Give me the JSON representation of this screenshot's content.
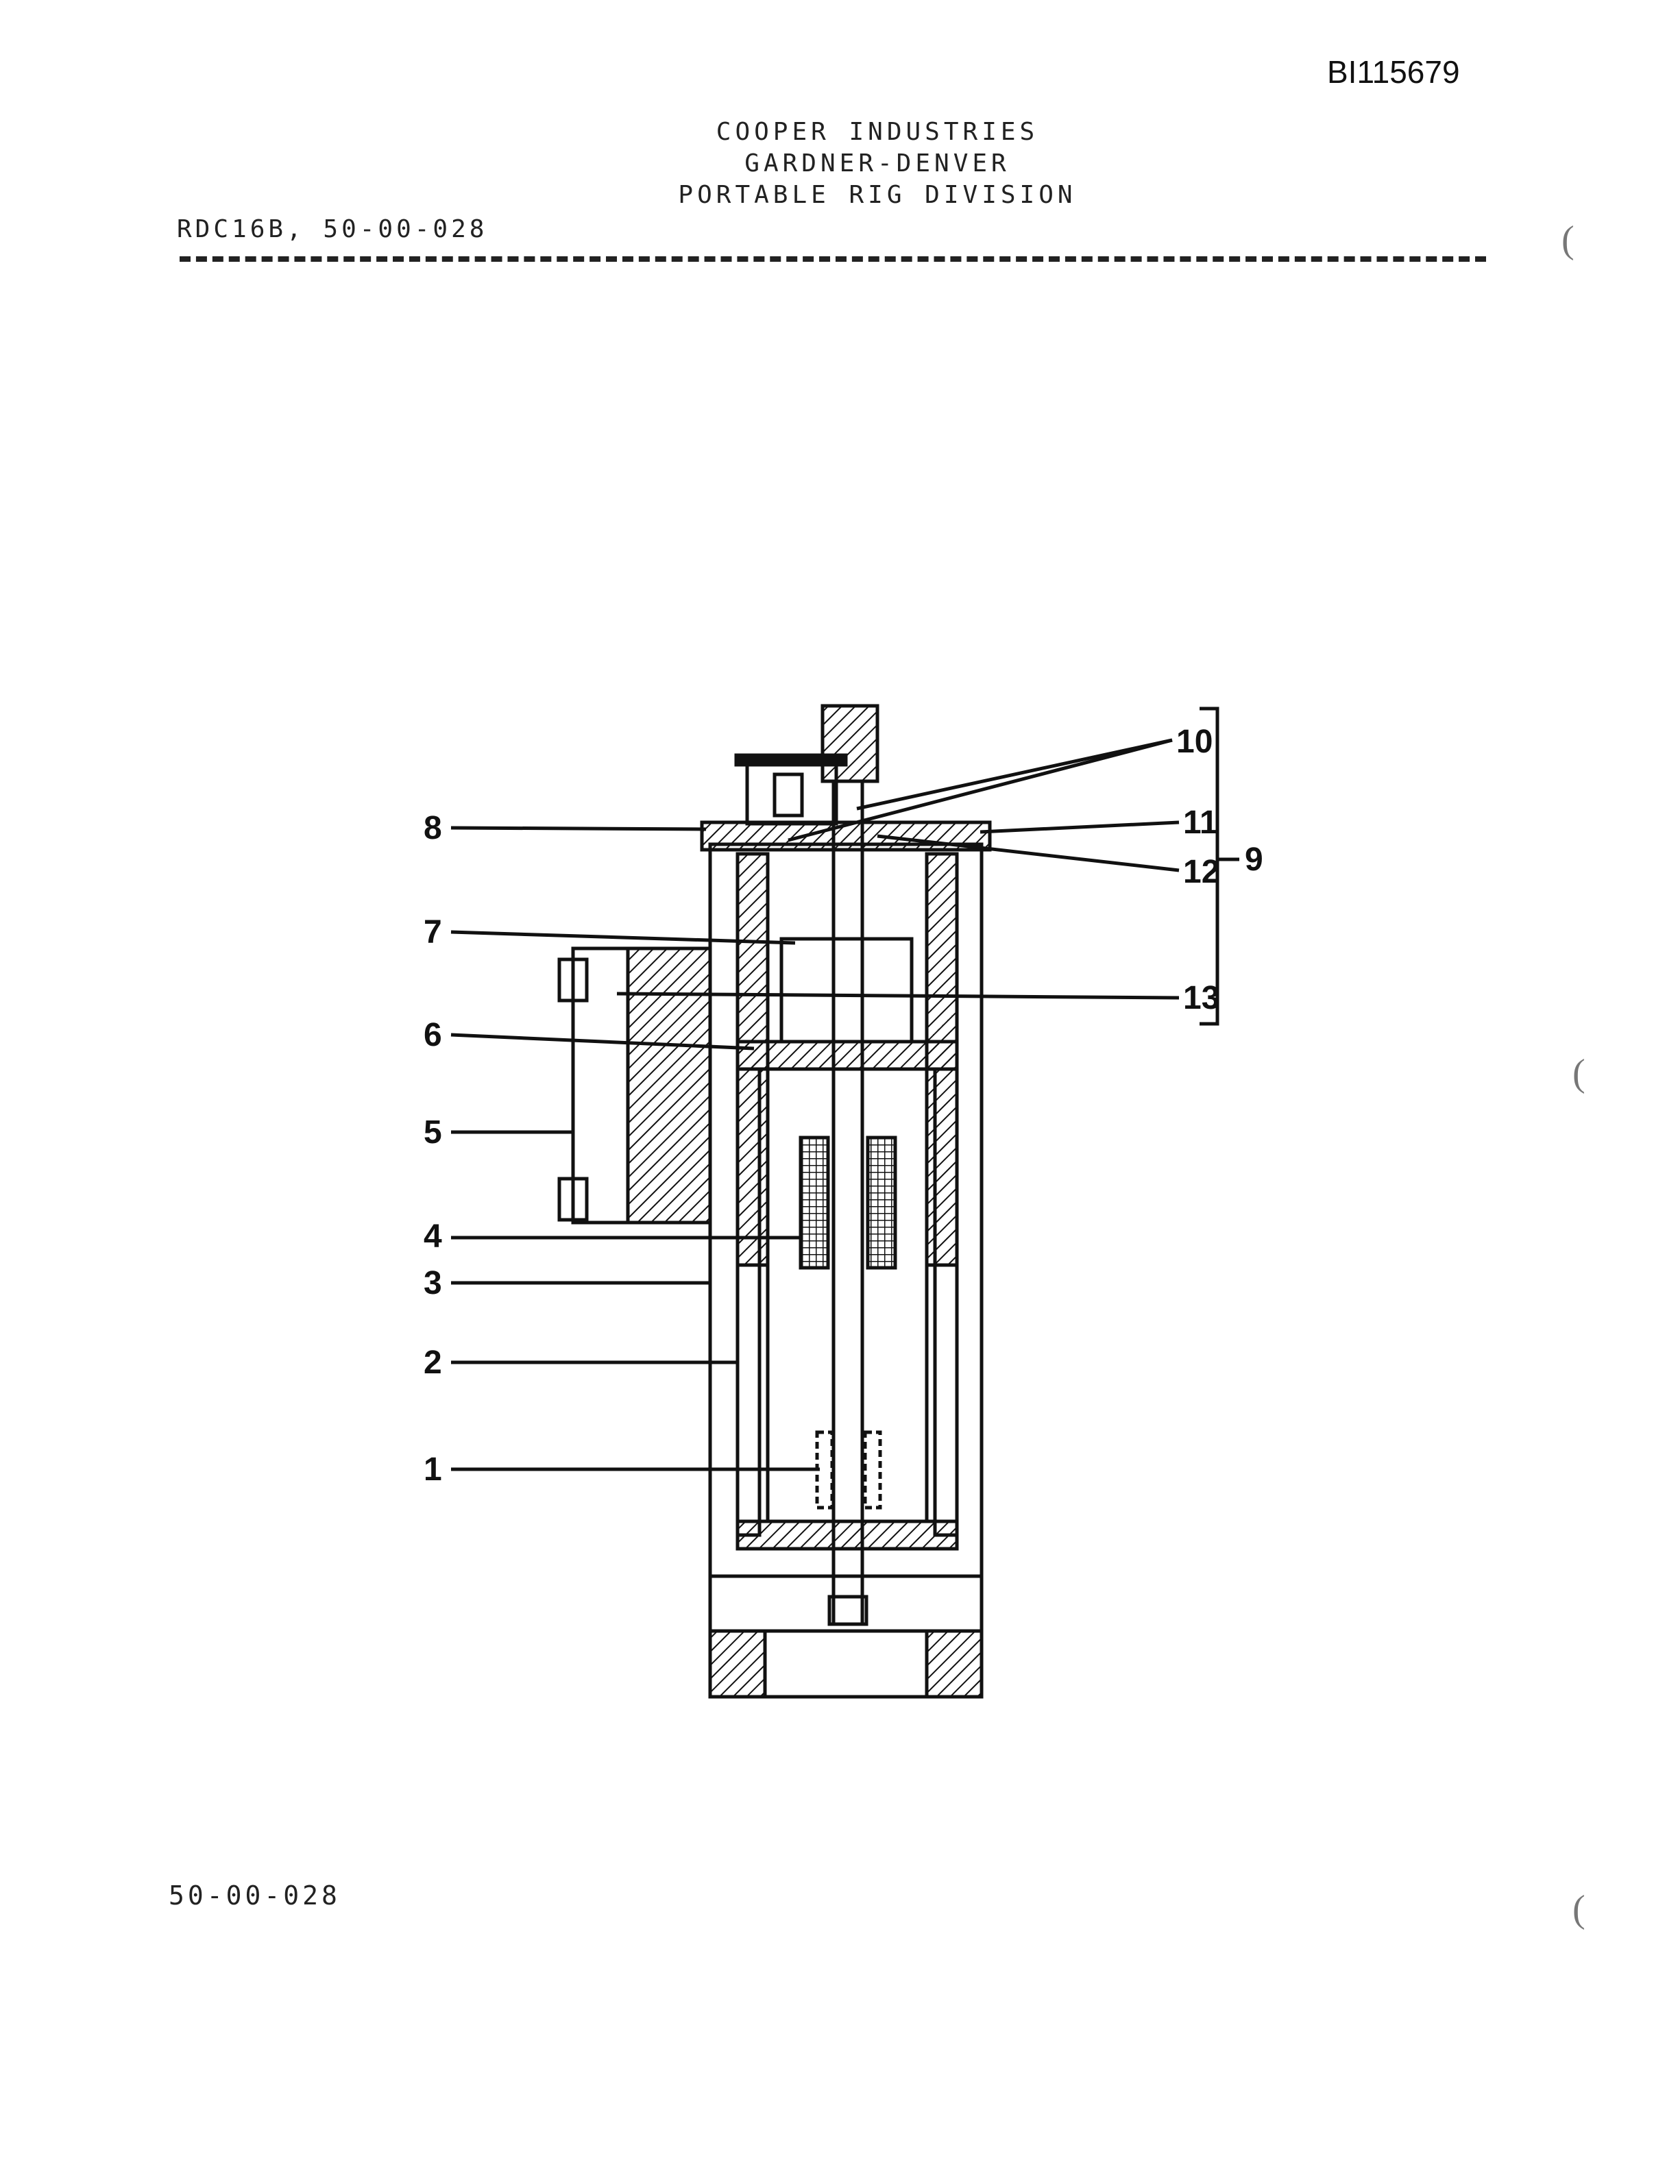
{
  "document": {
    "id": "BI115679",
    "header_lines": [
      "COOPER INDUSTRIES",
      "GARDNER-DENVER",
      "PORTABLE RIG DIVISION"
    ],
    "model_code": "RDC16B, 50-00-028",
    "footer_code": "50-00-028"
  },
  "diagram": {
    "callouts": [
      "1",
      "2",
      "3",
      "4",
      "5",
      "6",
      "7",
      "8",
      "9",
      "10",
      "11",
      "12",
      "13"
    ]
  }
}
